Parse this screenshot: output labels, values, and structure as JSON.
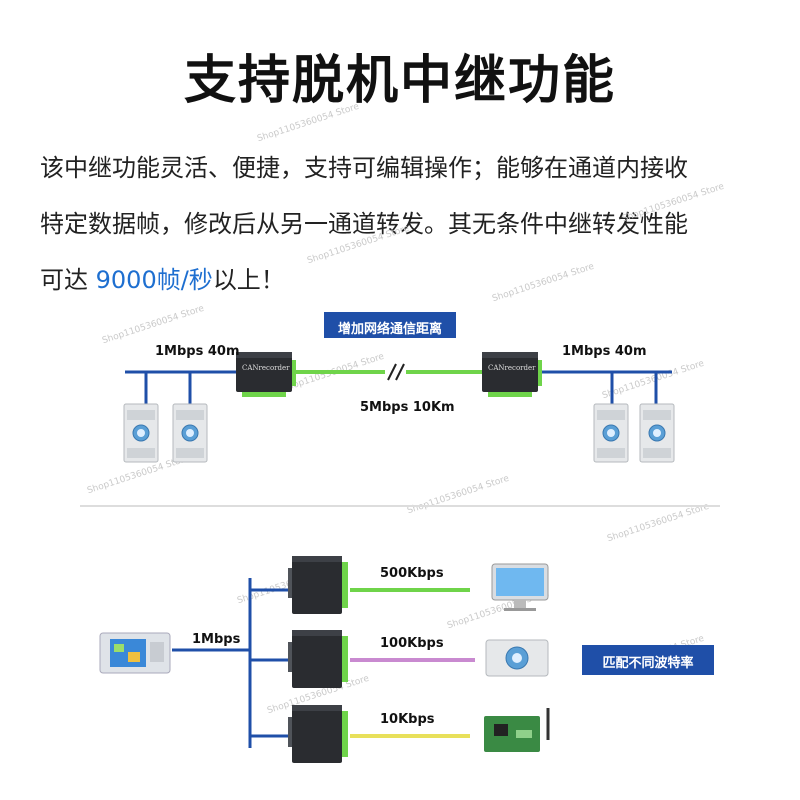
{
  "title": "支持脱机中继功能",
  "description": {
    "line1": "该中继功能灵活、便捷，支持可编辑操作；能够在通道内接收",
    "line2": "特定数据帧，修改后从另一通道转发。其无条件中继转发性能",
    "line3_prefix": "可达 ",
    "line3_highlight": "9000帧/秒",
    "line3_suffix": "以上！"
  },
  "top_diagram": {
    "banner": "增加网络通信距离",
    "left_bus_label": "1Mbps 40m",
    "right_bus_label": "1Mbps 40m",
    "link_label": "5Mbps 10Km",
    "device_label_left": "CANrecorder",
    "device_label_right": "CANrecorder"
  },
  "bottom_diagram": {
    "main_label": "1Mbps",
    "banner": "匹配不同波特率",
    "channels": [
      {
        "label": "500Kbps",
        "color": "#6fd44a"
      },
      {
        "label": "100Kbps",
        "color": "#c98ad0"
      },
      {
        "label": "10Kbps",
        "color": "#e8e05a"
      }
    ]
  },
  "watermark": "Shop1105360054 Store",
  "colors": {
    "bus": "#1f4fa8",
    "link": "#6fd44a",
    "banner": "#1f4fa8",
    "highlight": "#1e6fd0"
  }
}
